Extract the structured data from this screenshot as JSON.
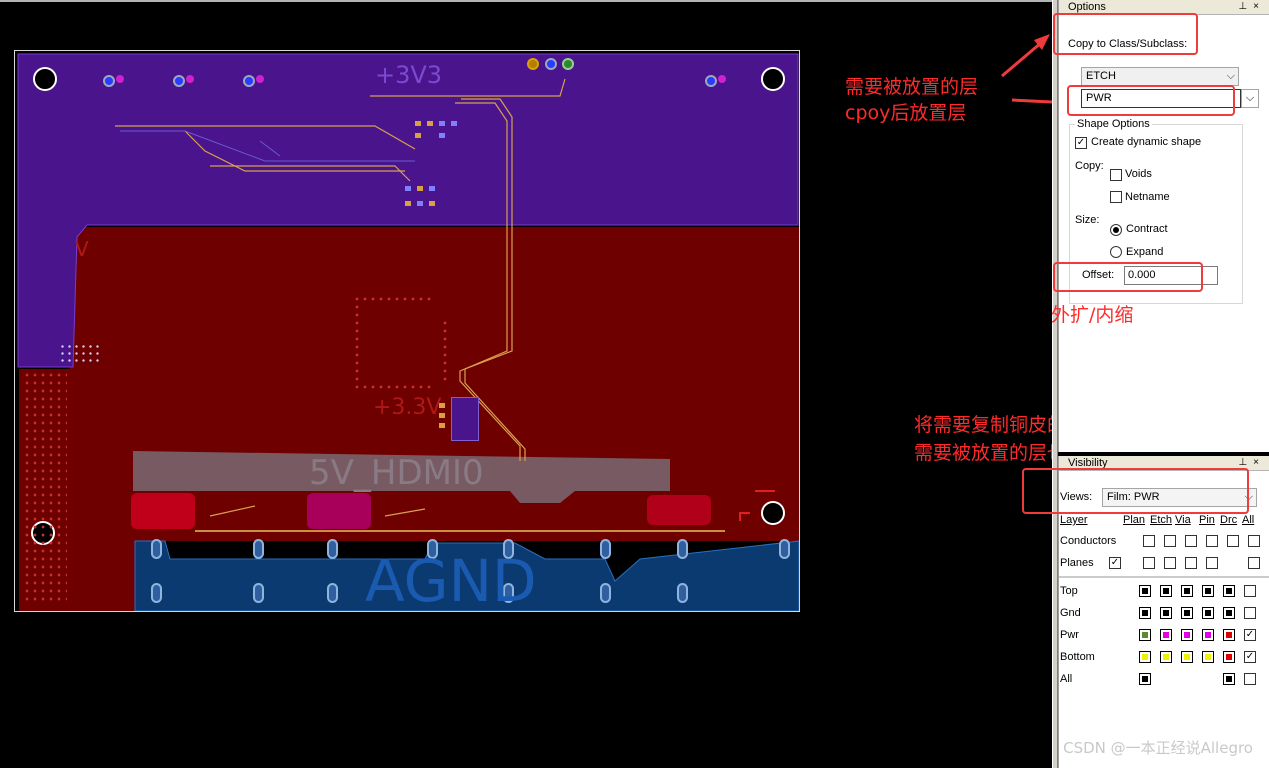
{
  "canvas": {
    "pcb_labels": {
      "p3v3_top": "+3V3",
      "p3v3_mid": "+3.3V",
      "hdmi": "5V_HDMI0",
      "agnd": "AGND",
      "v_mark": "V"
    }
  },
  "annotations": {
    "placed_layer": "需要被放置的层",
    "copy_target_layer": "cpoy后放置层",
    "offset_note": "外扩/内缩",
    "open_layers_line1": "将需要复制铜皮的层打开",
    "open_layers_line2": "需要被放置的层也打开"
  },
  "watermark": "CSDN @一本正经说Allegro",
  "options_panel": {
    "title": "Options",
    "copy_to_label": "Copy to Class/Subclass:",
    "class_value": "ETCH",
    "subclass_value": "PWR",
    "shape_options_title": "Shape Options",
    "create_dynamic_shape": {
      "label": "Create dynamic shape",
      "checked": true
    },
    "copy_label": "Copy:",
    "voids": {
      "label": "Voids",
      "checked": false
    },
    "netname": {
      "label": "Netname",
      "checked": false
    },
    "size_label": "Size:",
    "contract": {
      "label": "Contract",
      "selected": true
    },
    "expand": {
      "label": "Expand",
      "selected": false
    },
    "offset_label": "Offset:",
    "offset_value": "0.000"
  },
  "visibility_panel": {
    "title": "Visibility",
    "views_label": "Views:",
    "views_value": "Film: PWR",
    "columns": [
      "Layer",
      "Plan",
      "Etch",
      "Via",
      "Pin",
      "Drc",
      "All"
    ],
    "rows_top": [
      {
        "name": "Conductors"
      },
      {
        "name": "Planes"
      }
    ],
    "layers": [
      {
        "name": "Top"
      },
      {
        "name": "Gnd"
      },
      {
        "name": "Pwr"
      },
      {
        "name": "Bottom"
      },
      {
        "name": "All"
      }
    ]
  },
  "colors": {
    "purple_plane": "#4a148c",
    "red_plane": "#6e0000",
    "agnd_plane": "#0b3a70",
    "annotation": "#ff2a2a",
    "pwr_green": "#5c8a2e",
    "pwr_magenta": "#e000e0",
    "pwr_red": "#e00000",
    "bottom_yellow": "#f0f000"
  }
}
